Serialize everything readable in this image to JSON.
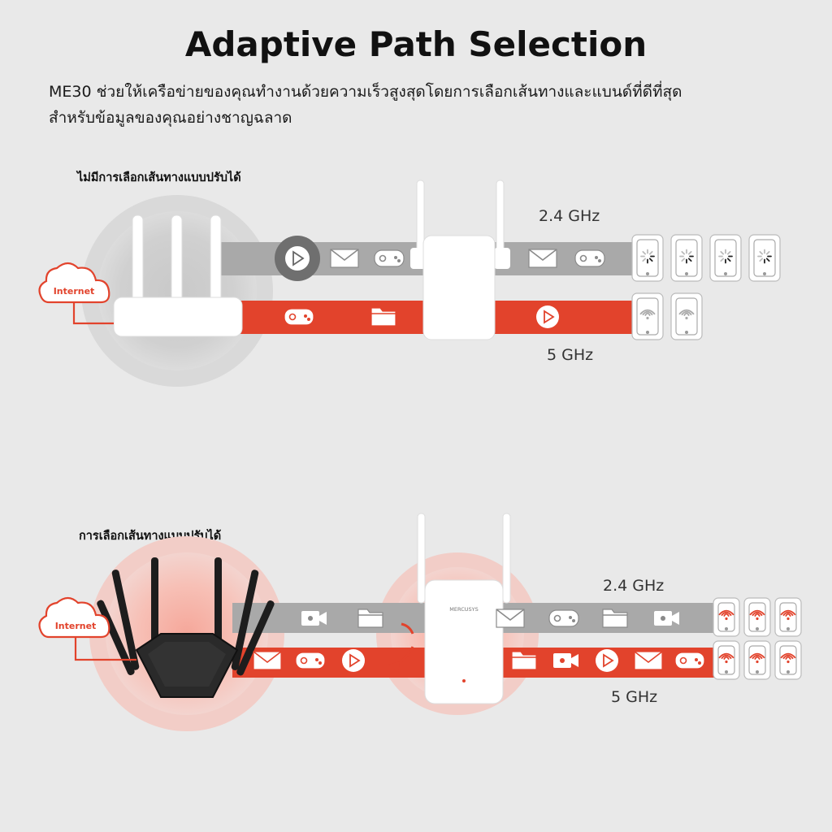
{
  "title": "Adaptive Path Selection",
  "subtitle_line1": "ME30 ช่วยให้เครือข่ายของคุณทำงานด้วยความเร็วสูงสุดโดยการเลือกเส้นทางและแบนด์ที่ดีที่สุด",
  "subtitle_line2": "สำหรับข้อมูลของคุณอย่างชาญฉลาด",
  "colors": {
    "accent": "#e2432c",
    "gray_lane": "#a9a9a9",
    "background": "#e9e9e9"
  },
  "without": {
    "label": "ไม่มีการเลือกเส้นทางแบบปรับได้",
    "internet": "Internet",
    "band_24": "2.4 GHz",
    "band_5": "5 GHz",
    "lane_24_icons": [
      "play-icon",
      "mail-icon",
      "gamepad-icon",
      "mail-icon",
      "gamepad-icon"
    ],
    "lane_5_icons": [
      "gamepad-icon",
      "folder-icon",
      "play-icon"
    ],
    "devices_24": [
      "loading-icon",
      "loading-icon",
      "loading-icon",
      "loading-icon"
    ],
    "devices_5": [
      "wifi-icon",
      "wifi-icon"
    ]
  },
  "with": {
    "label": "การเลือกเส้นทางแบบปรับได้",
    "internet": "Internet",
    "band_24": "2.4 GHz",
    "band_5": "5 GHz",
    "extender_brand": "MERCUSYS",
    "lane_24_icons": [
      "video-icon",
      "folder-icon",
      "mail-icon",
      "gamepad-icon",
      "folder-icon",
      "video-icon"
    ],
    "lane_5_icons": [
      "mail-icon",
      "gamepad-icon",
      "play-icon",
      "folder-icon",
      "video-icon",
      "play-icon",
      "mail-icon",
      "gamepad-icon"
    ],
    "devices_24": [
      "wifi-icon",
      "wifi-icon",
      "wifi-icon"
    ],
    "devices_5": [
      "wifi-icon",
      "wifi-icon",
      "wifi-icon"
    ]
  }
}
